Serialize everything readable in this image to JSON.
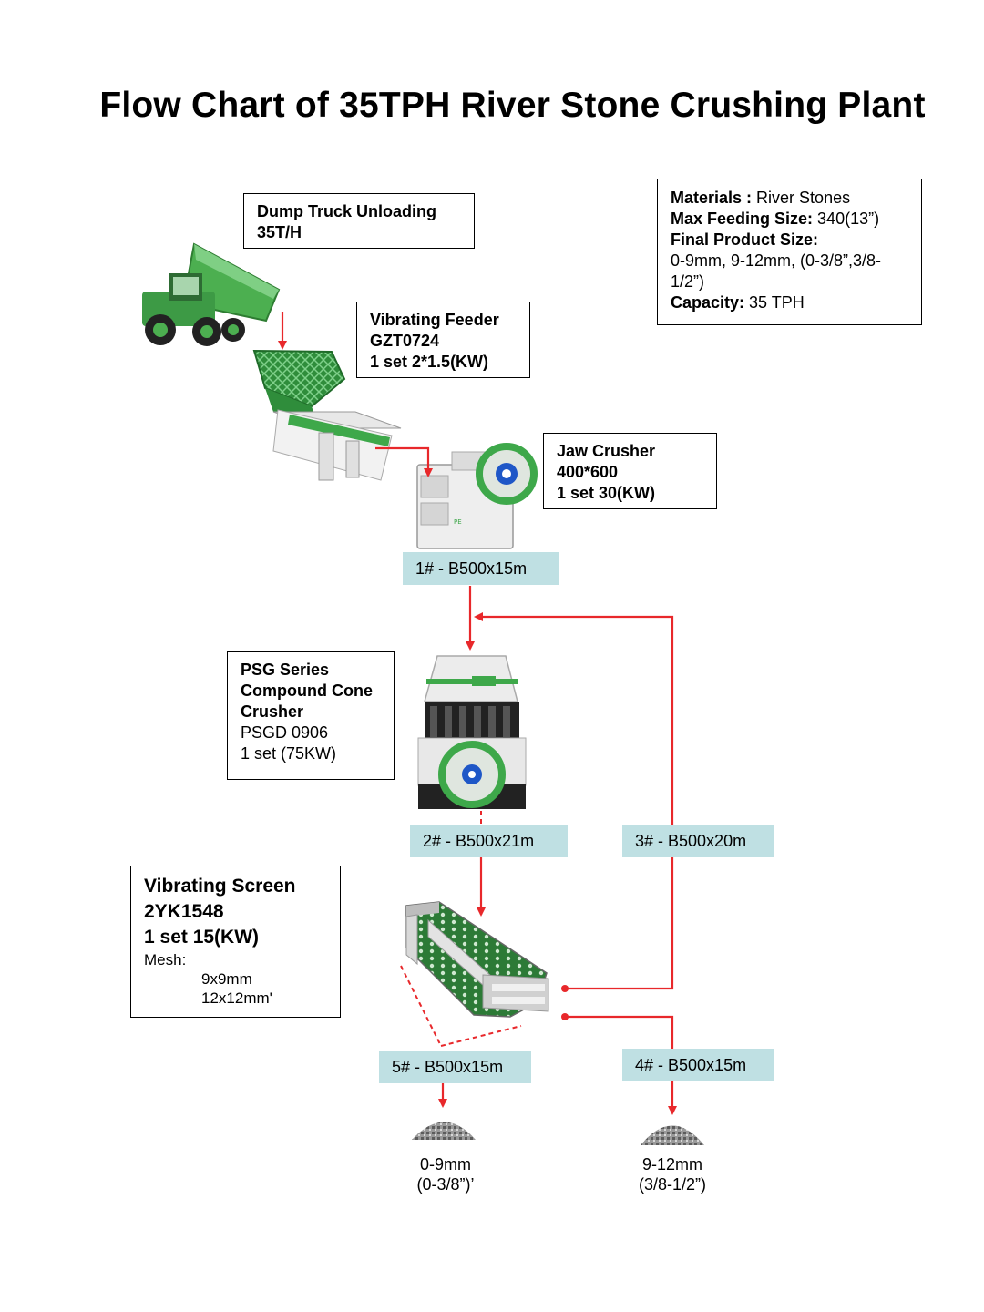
{
  "title": "Flow Chart of 35TPH River Stone Crushing Plant",
  "info_box": {
    "materials_label": "Materials :",
    "materials_value": " River Stones",
    "max_feed_label": "Max  Feeding Size:",
    "max_feed_value": " 340(13”)",
    "final_size_label": "Final Product Size:",
    "final_size_value": "0-9mm, 9-12mm, (0-3/8”,3/8-1/2”)",
    "capacity_label": "Capacity:",
    "capacity_value": " 35 TPH"
  },
  "dump_truck": {
    "line1": "Dump Truck Unloading",
    "line2": "35T/H"
  },
  "feeder": {
    "line1": "Vibrating Feeder",
    "line2": "GZT0724",
    "line3": "1 set 2*1.5(KW)"
  },
  "jaw": {
    "line1": "Jaw Crusher",
    "line2": "400*600",
    "line3": "1 set 30(KW)"
  },
  "cone": {
    "line1": "PSG Series",
    "line2": "Compound Cone",
    "line3": "Crusher",
    "line4": "PSGD 0906",
    "line5": "1 set  (75KW)"
  },
  "screen": {
    "line1": "Vibrating Screen",
    "line2": "2YK1548",
    "line3": "1 set  15(KW)",
    "mesh_label": "Mesh:",
    "mesh1": "9x9mm",
    "mesh2": "12x12mm'"
  },
  "belts": {
    "b1": "1# - B500x15m",
    "b2": "2# - B500x21m",
    "b3": "3# - B500x20m",
    "b4": "4# - B500x15m",
    "b5": "5# - B500x15m"
  },
  "products": {
    "p1_line1": "0-9mm",
    "p1_line2": "(0-3/8”)’",
    "p2_line1": "9-12mm",
    "p2_line2": "(3/8-1/2”)"
  },
  "colors": {
    "arrow": "#e8282b",
    "belt_bg": "#bfe0e3",
    "machine_green": "#3fa34a"
  }
}
